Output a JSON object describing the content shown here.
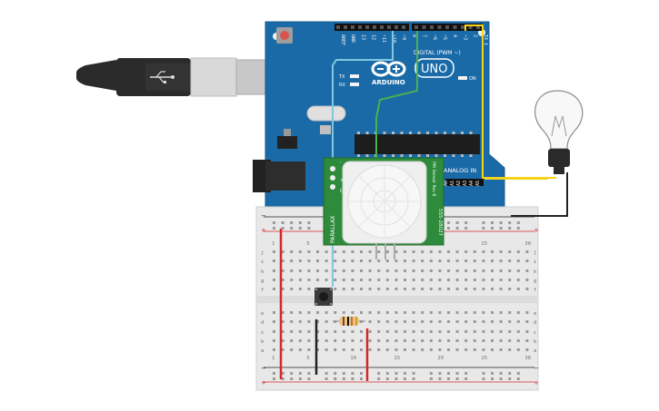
{
  "arduino": {
    "brand": "ARDUINO",
    "model": "UNO",
    "digital_header": "DIGITAL (PWM ~)",
    "analog_header": "ANALOG IN",
    "on_label": "ON",
    "tx_label": "TX",
    "rx_label": "RX",
    "aref": "AREF",
    "gnd": "GND",
    "top_pins": [
      "13",
      "12",
      "~11",
      "~10",
      "~9",
      "8",
      "7",
      "~6",
      "~5",
      "4",
      "~3",
      "2",
      "TX 1",
      "RX 0"
    ],
    "analog_pins": [
      "A0",
      "A1",
      "A2",
      "A3",
      "A4",
      "A5"
    ]
  },
  "pir_sensor": {
    "brand": "PARALLAX",
    "part_number": "555-28027",
    "side_label": "PIR Sensor Rev B",
    "pin_labels": [
      "-",
      "+",
      "OUT"
    ]
  },
  "breadboard": {
    "row_letters_top": [
      "j",
      "i",
      "h",
      "g",
      "f"
    ],
    "row_letters_bottom": [
      "e",
      "d",
      "c",
      "b",
      "a"
    ],
    "columns": [
      "1",
      "5",
      "10",
      "15",
      "20",
      "25",
      "30"
    ]
  },
  "colors": {
    "arduino_blue": "#1a6aa7",
    "wire_yellow": "#f5d319",
    "wire_green": "#4caf50",
    "wire_cyan": "#80c8e0",
    "wire_red": "#d72828",
    "wire_black": "#222222",
    "pir_green": "#2e8b3c"
  }
}
